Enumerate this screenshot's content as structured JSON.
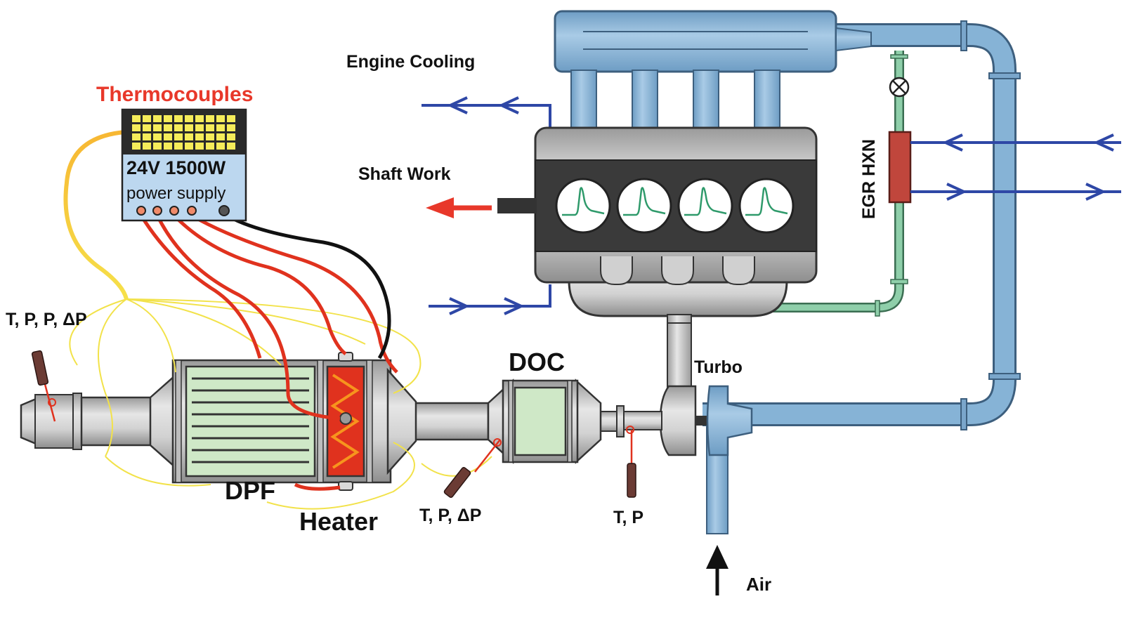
{
  "labels": {
    "engine_cooling": "Engine Cooling",
    "thermocouples": "Thermocouples",
    "shaft_work": "Shaft Work",
    "egr_hxn": "EGR HXN",
    "turbo": "Turbo",
    "doc": "DOC",
    "dpf": "DPF",
    "heater": "Heater",
    "air": "Air",
    "sensor_inlet": "T, P, P, ΔP",
    "sensor_doc": "T, P, ΔP",
    "sensor_turbo": "T, P"
  },
  "power_supply": {
    "rating": "24V 1500W",
    "name": "power supply"
  },
  "colors": {
    "pipe_blue": "#86b3d6",
    "pipe_outline": "#3d5f7e",
    "coolant_arrow": "#2e47a6",
    "shaft_arrow": "#e8382a",
    "thermocouple_label": "#e8382a",
    "heater_red": "#e0321e",
    "heater_zigzag": "#f7941d",
    "egr_green": "#8fcfaa",
    "filter_green": "#cfe8c7",
    "engine_block": "#3a3a3a",
    "body_gray": "#b9b9b9",
    "wire_red": "#e0321e",
    "wire_black": "#111111",
    "wire_yellow": "#f2e24a",
    "display_yellow": "#f5ec5a",
    "pressure_trace": "#2f9a6b"
  },
  "icons": [
    "egr-valve-icon",
    "air-inlet-arrow-icon",
    "shaft-work-arrow-icon",
    "coolant-arrow-icon"
  ]
}
